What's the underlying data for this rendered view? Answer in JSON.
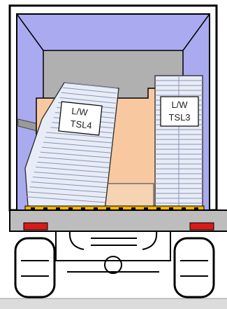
{
  "stacks": [
    {
      "line1": "L/W",
      "line2": "TSL4"
    },
    {
      "line1": "L/W",
      "line2": "TSL3"
    }
  ],
  "colors": {
    "cargo_area": "#aaaaf0",
    "back_wall": "#b0b0b0",
    "crate": "#f8c9a0",
    "sheet": "#e8ecf6",
    "pallet": "#f2b400",
    "lights": "#d91a1a",
    "frame": "#bdbdbd"
  }
}
